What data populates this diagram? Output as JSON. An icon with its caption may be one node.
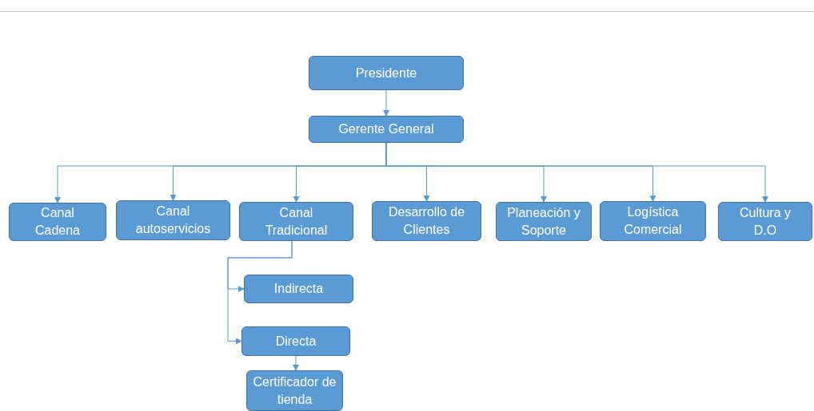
{
  "diagram": {
    "nodes": [
      {
        "text": [
          "Presidente"
        ]
      },
      {
        "text": [
          "Gerente General"
        ]
      },
      {
        "text": [
          "Canal Cadena"
        ]
      },
      {
        "text": [
          "Canal autoservicios"
        ]
      },
      {
        "text": [
          "Canal Tradicional"
        ]
      },
      {
        "text": [
          "Desarrollo de Clientes"
        ]
      },
      {
        "text": [
          "Planeación  y Soporte"
        ]
      },
      {
        "text": [
          "Logística Comercial"
        ]
      },
      {
        "text": [
          "Cultura  y D.O"
        ]
      },
      {
        "text": [
          "Indirecta"
        ]
      },
      {
        "text": [
          "Directa"
        ]
      },
      {
        "text": [
          "Certificador de tienda"
        ]
      }
    ],
    "edges": [
      {
        "from": 0,
        "to": 1,
        "arrow": "to"
      },
      {
        "from": 1,
        "to": 2,
        "arrow": "to"
      },
      {
        "from": 1,
        "to": 3,
        "arrow": "to"
      },
      {
        "from": 1,
        "to": 4,
        "arrow": "to"
      },
      {
        "from": 1,
        "to": 5,
        "arrow": "to"
      },
      {
        "from": 1,
        "to": 6,
        "arrow": "to"
      },
      {
        "from": 1,
        "to": 7,
        "arrow": "to"
      },
      {
        "from": 1,
        "to": 8,
        "arrow": "to"
      },
      {
        "from": 4,
        "to": 9,
        "arrow": "to"
      },
      {
        "from": 4,
        "to": 10,
        "arrow": "to"
      },
      {
        "from": 10,
        "to": 11,
        "arrow": "to"
      }
    ]
  }
}
